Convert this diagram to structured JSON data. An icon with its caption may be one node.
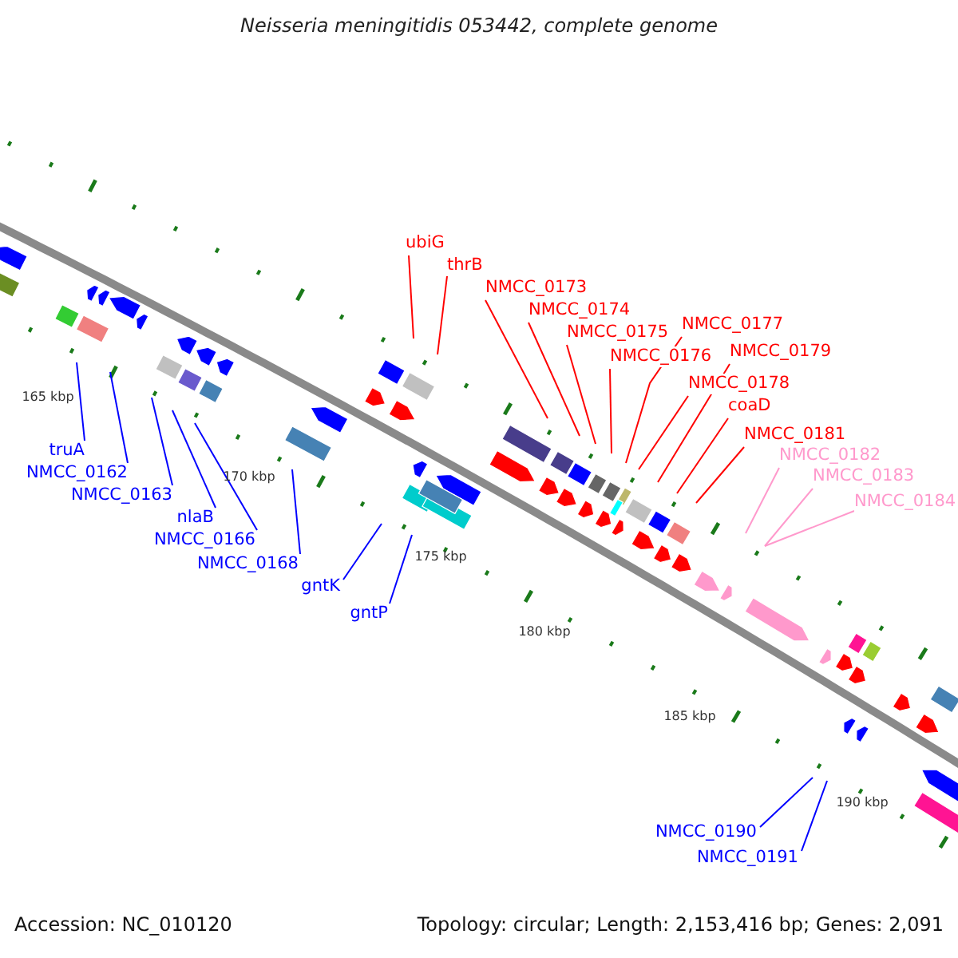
{
  "diagram": {
    "title": "Neisseria meningitidis 053442, complete genome",
    "nodes": [
      {
        "text": [
          "ubiG"
        ]
      },
      {
        "text": [
          "thrB"
        ]
      },
      {
        "text": [
          "NMCC_0173"
        ]
      },
      {
        "text": [
          "NMCC_0174"
        ]
      },
      {
        "text": [
          "NMCC_0175"
        ]
      },
      {
        "text": [
          "NMCC_0177"
        ]
      },
      {
        "text": [
          "NMCC_0176"
        ]
      },
      {
        "text": [
          "NMCC_0179"
        ]
      },
      {
        "text": [
          "NMCC_0178"
        ]
      },
      {
        "text": [
          "coaD"
        ]
      },
      {
        "text": [
          "NMCC_0181"
        ]
      },
      {
        "text": [
          "NMCC_0182"
        ]
      },
      {
        "text": [
          "NMCC_0183"
        ]
      },
      {
        "text": [
          "NMCC_0184"
        ]
      },
      {
        "text": [
          "truA"
        ]
      },
      {
        "text": [
          "NMCC_0162"
        ]
      },
      {
        "text": [
          "NMCC_0163"
        ]
      },
      {
        "text": [
          "nlaB"
        ]
      },
      {
        "text": [
          "NMCC_0166"
        ]
      },
      {
        "text": [
          "NMCC_0168"
        ]
      },
      {
        "text": [
          "gntK"
        ]
      },
      {
        "text": [
          "gntP"
        ]
      },
      {
        "text": [
          "NMCC_0190"
        ]
      },
      {
        "text": [
          "NMCC_0191"
        ]
      }
    ],
    "edges": [
      {
        "from": 0,
        "to": null,
        "arrow": "none"
      },
      {
        "from": 1,
        "to": null,
        "arrow": "none"
      },
      {
        "from": 2,
        "to": null,
        "arrow": "none"
      },
      {
        "from": 3,
        "to": null,
        "arrow": "none"
      },
      {
        "from": 4,
        "to": null,
        "arrow": "none"
      },
      {
        "from": 5,
        "to": null,
        "arrow": "none"
      },
      {
        "from": 6,
        "to": null,
        "arrow": "none"
      },
      {
        "from": 7,
        "to": null,
        "arrow": "none"
      },
      {
        "from": 8,
        "to": null,
        "arrow": "none"
      },
      {
        "from": 9,
        "to": null,
        "arrow": "none"
      },
      {
        "from": 10,
        "to": null,
        "arrow": "none"
      },
      {
        "from": 11,
        "to": null,
        "arrow": "none",
        "color": "#ff99cc"
      },
      {
        "from": 12,
        "to": null,
        "arrow": "none",
        "color": "#ff99cc"
      },
      {
        "from": 13,
        "to": null,
        "arrow": "none",
        "color": "#ff99cc"
      },
      {
        "from": 14,
        "to": null,
        "arrow": "none",
        "color": "#0000ff"
      },
      {
        "from": 15,
        "to": null,
        "arrow": "none",
        "color": "#0000ff"
      },
      {
        "from": 16,
        "to": null,
        "arrow": "none",
        "color": "#0000ff"
      },
      {
        "from": 17,
        "to": null,
        "arrow": "none",
        "color": "#0000ff"
      },
      {
        "from": 18,
        "to": null,
        "arrow": "none",
        "color": "#0000ff"
      },
      {
        "from": 19,
        "to": null,
        "arrow": "none",
        "color": "#0000ff"
      },
      {
        "from": 20,
        "to": null,
        "arrow": "none",
        "color": "#0000ff"
      },
      {
        "from": 21,
        "to": null,
        "arrow": "none",
        "color": "#0000ff"
      },
      {
        "from": 22,
        "to": null,
        "arrow": "none",
        "color": "#0000ff"
      },
      {
        "from": 23,
        "to": null,
        "arrow": "none",
        "color": "#0000ff"
      }
    ],
    "labels": [
      "165 kbp",
      "170 kbp",
      "175 kbp",
      "180 kbp",
      "185 kbp",
      "190 kbp",
      "Accession: NC_010120",
      "Topology: circular; Length: 2,153,416 bp; Genes: 2,091"
    ]
  }
}
